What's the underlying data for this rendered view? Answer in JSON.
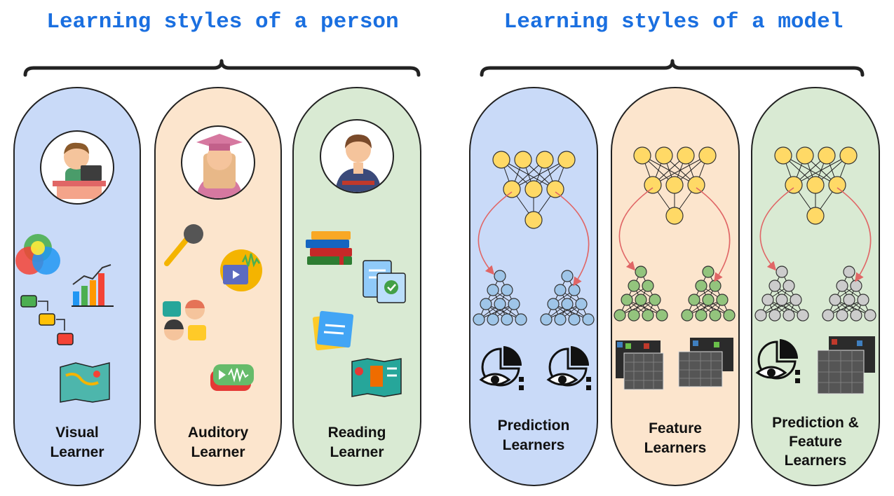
{
  "titles": {
    "person": "Learning styles of a person",
    "model": "Learning styles of a model"
  },
  "person_styles": [
    {
      "line1": "Visual",
      "line2": "Learner",
      "color": "#c9daf8"
    },
    {
      "line1": "Auditory",
      "line2": "Learner",
      "color": "#fce5cd"
    },
    {
      "line1": "Reading",
      "line2": "Learner",
      "color": "#d9ead3"
    }
  ],
  "model_styles": [
    {
      "line1": "Prediction",
      "line2": "Learners",
      "color": "#c9daf8",
      "node_color": "#9fc5e8"
    },
    {
      "line1": "Feature",
      "line2": "Learners",
      "color": "#fce5cd",
      "node_color": "#93c47d"
    },
    {
      "line1": "Prediction &",
      "line2": "Feature",
      "line3": "Learners",
      "color": "#d9ead3",
      "node_color": "#cccccc"
    }
  ],
  "colors": {
    "title": "#1a6fe0",
    "teacher_node": "#ffd966",
    "arrow": "#e06666"
  }
}
